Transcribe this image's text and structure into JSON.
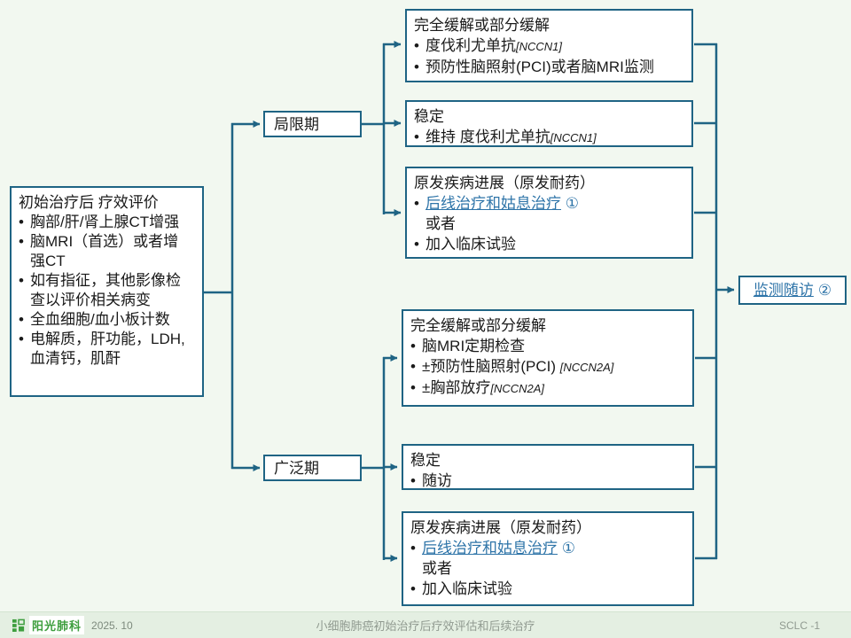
{
  "colors": {
    "background": "#F2F8F0",
    "accent_teal": "#1F6484",
    "link_blue": "#2E74A8",
    "footer_bg": "#E4EFE2",
    "logo_green": "#3E9E3E",
    "footer_text": "#909A90"
  },
  "glyphs": {
    "bullet": "•"
  },
  "eval_box": {
    "title": "初始治疗后 疗效评价",
    "bullets": [
      "胸部/肝/肾上腺CT增强",
      "脑MRI（首选）或者增强CT",
      "如有指征，其他影像检查以评价相关病变",
      "全血细胞/血小板计数",
      "电解质，肝功能，LDH, 血清钙，肌酐"
    ]
  },
  "stages": {
    "limited": "局限期",
    "extensive": "广泛期"
  },
  "limited": {
    "crpr": {
      "title": "完全缓解或部分缓解",
      "b1_text": "度伐利尤单抗",
      "b1_ref": "[NCCN1]",
      "b2": "预防性脑照射(PCI)或者脑MRI监测"
    },
    "stable": {
      "title": "稳定",
      "b1_text": "维持 度伐利尤单抗",
      "b1_ref": "[NCCN1]"
    },
    "progress": {
      "title": "原发疾病进展（原发耐药）",
      "link": "后线治疗和姑息治疗",
      "marker": "①",
      "or": "或者",
      "b2": "加入临床试验"
    }
  },
  "extensive": {
    "crpr": {
      "title": "完全缓解或部分缓解",
      "b1": "脑MRI定期检查",
      "b2_text": "±预防性脑照射(PCI) ",
      "b2_ref": "[NCCN2A]",
      "b3_text": "±胸部放疗",
      "b3_ref": "[NCCN2A]"
    },
    "stable": {
      "title": "稳定",
      "b1": "随访"
    },
    "progress": {
      "title": "原发疾病进展（原发耐药）",
      "link": "后线治疗和姑息治疗",
      "marker": "①",
      "or": "或者",
      "b2": "加入临床试验"
    }
  },
  "followup": {
    "link": "监测随访",
    "marker": "②"
  },
  "footer": {
    "logo": "阳光肺科",
    "date": "2025. 10",
    "title": "小细胞肺癌初始治疗后疗效评估和后续治疗",
    "page": "SCLC -1"
  }
}
